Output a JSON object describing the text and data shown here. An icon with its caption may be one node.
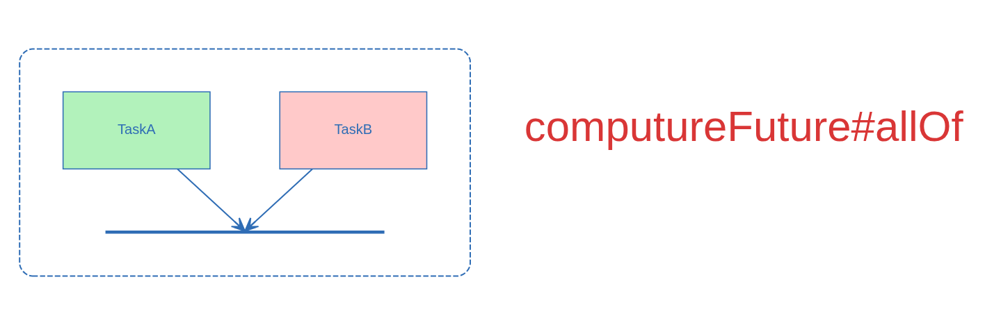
{
  "diagram": {
    "nodes": [
      {
        "text": [],
        "shape": "ellipse"
      },
      {
        "text": [
          "TaskA"
        ],
        "in": 0
      },
      {
        "text": [
          "TaskB"
        ],
        "in": 0
      },
      {
        "text": [],
        "shape": "bar",
        "in": 0
      }
    ],
    "edges": [
      {
        "from": 1,
        "to": 3,
        "arrow": "to"
      },
      {
        "from": 2,
        "to": 3,
        "arrow": "to"
      }
    ],
    "labels": [
      "computureFuture#allOf"
    ]
  }
}
